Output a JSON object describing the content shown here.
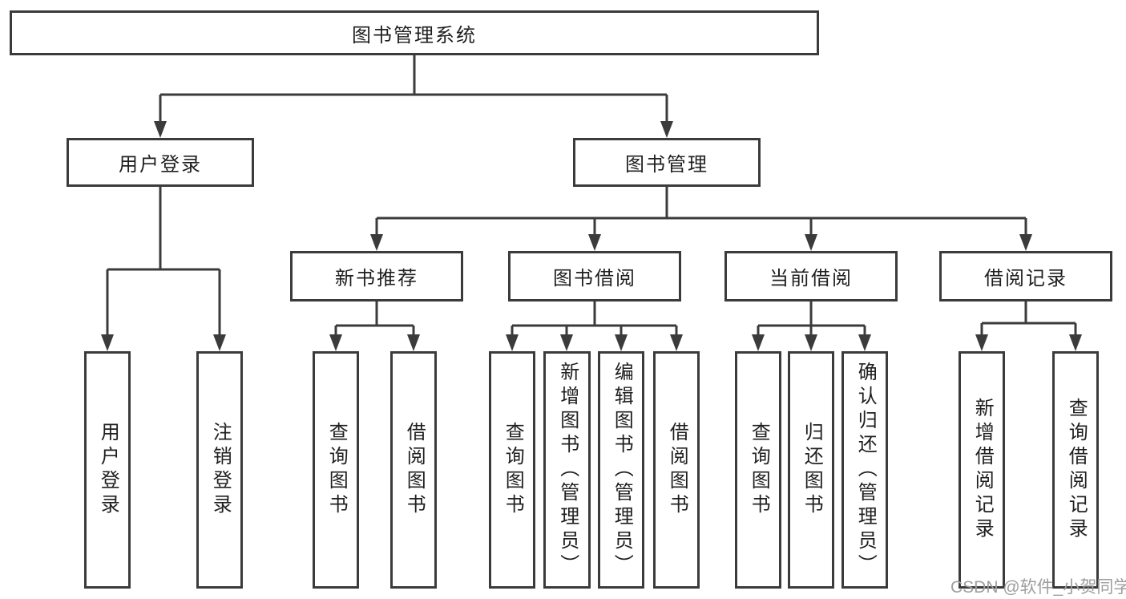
{
  "diagram": {
    "tree": {
      "label": "图书管理系统",
      "children": [
        {
          "label": "用户登录",
          "children": [
            {
              "label": "用户登录"
            },
            {
              "label": "注销登录"
            }
          ]
        },
        {
          "label": "图书管理",
          "children": [
            {
              "label": "新书推荐",
              "children": [
                {
                  "label": "查询图书"
                },
                {
                  "label": "借阅图书"
                }
              ]
            },
            {
              "label": "图书借阅",
              "children": [
                {
                  "label": "查询图书"
                },
                {
                  "label": "新增图书（管理员）"
                },
                {
                  "label": "编辑图书（管理员）"
                },
                {
                  "label": "借阅图书"
                }
              ]
            },
            {
              "label": "当前借阅",
              "children": [
                {
                  "label": "查询图书"
                },
                {
                  "label": "归还图书"
                },
                {
                  "label": "确认归还（管理员）"
                }
              ]
            },
            {
              "label": "借阅记录",
              "children": [
                {
                  "label": "新增借阅记录"
                },
                {
                  "label": "查询借阅记录"
                }
              ]
            }
          ]
        }
      ]
    },
    "watermark": "CSDN @软件_小贺同学",
    "colors": {
      "line": "#3b3b3b",
      "text": "#1f1f1f",
      "background": "#ffffff",
      "watermark": "#9e9e9e"
    }
  }
}
